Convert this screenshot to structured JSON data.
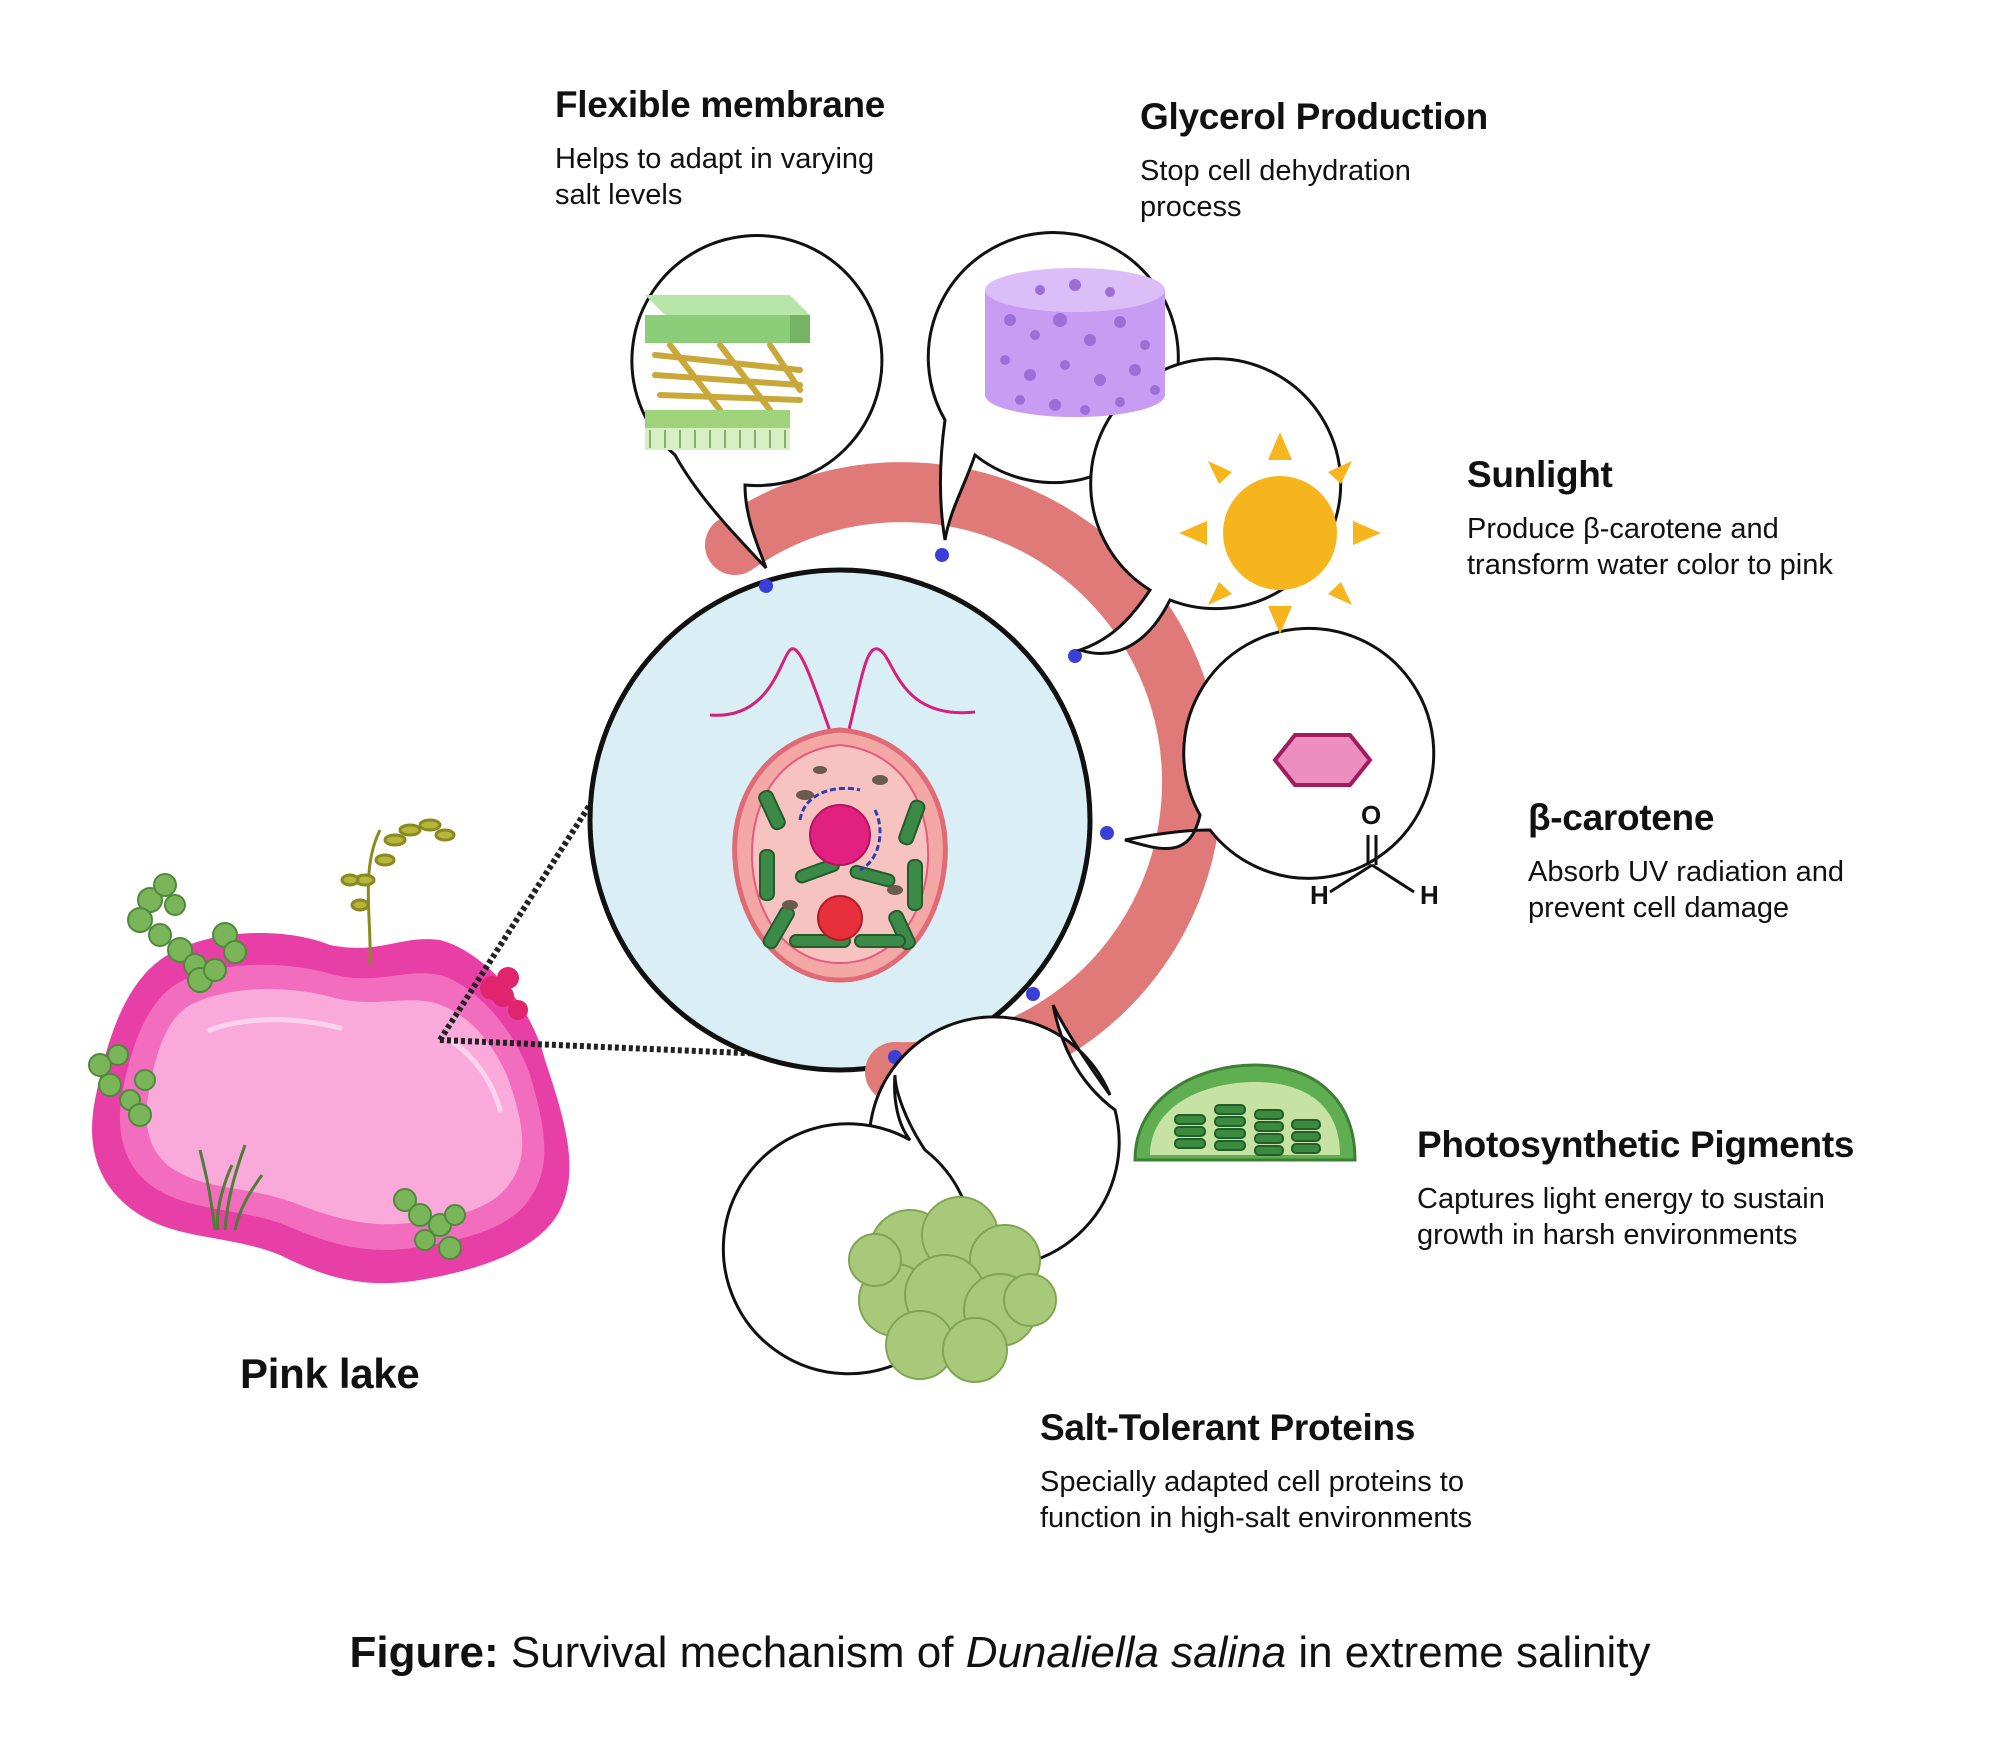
{
  "diagram": {
    "features": [
      {
        "id": "flexible",
        "title": "Flexible membrane",
        "desc": "Helps to adapt in varying\nsalt levels"
      },
      {
        "id": "glycerol",
        "title": "Glycerol Production",
        "desc": "Stop cell dehydration\nprocess"
      },
      {
        "id": "sunlight",
        "title": "Sunlight",
        "desc": "Produce β-carotene and\ntransform water color to pink"
      },
      {
        "id": "carotene",
        "title": "β-carotene",
        "desc": "Absorb UV radiation and\nprevent cell damage"
      },
      {
        "id": "photo",
        "title": "Photosynthetic Pigments",
        "desc": "Captures light energy to sustain\ngrowth in harsh environments"
      },
      {
        "id": "salt",
        "title": "Salt-Tolerant Proteins",
        "desc": "Specially adapted cell proteins to\nfunction in high-salt environments"
      }
    ],
    "molecule": {
      "o": "O",
      "h1": "H",
      "h2": "H"
    },
    "lake_label": "Pink lake",
    "caption": {
      "bold": "Figure:",
      "pre": " Survival mechanism of ",
      "italic": "Dunaliella salina",
      "post": " in extreme salinity"
    }
  },
  "colors": {
    "arc": "#e07a78",
    "cell_bg": "#daeef5",
    "lake_outer": "#e83fa6",
    "lake_inner": "#f9aadb",
    "sun": "#f6b51d",
    "dot": "#3b3fd8",
    "hexagon": "#ec8fc0"
  }
}
